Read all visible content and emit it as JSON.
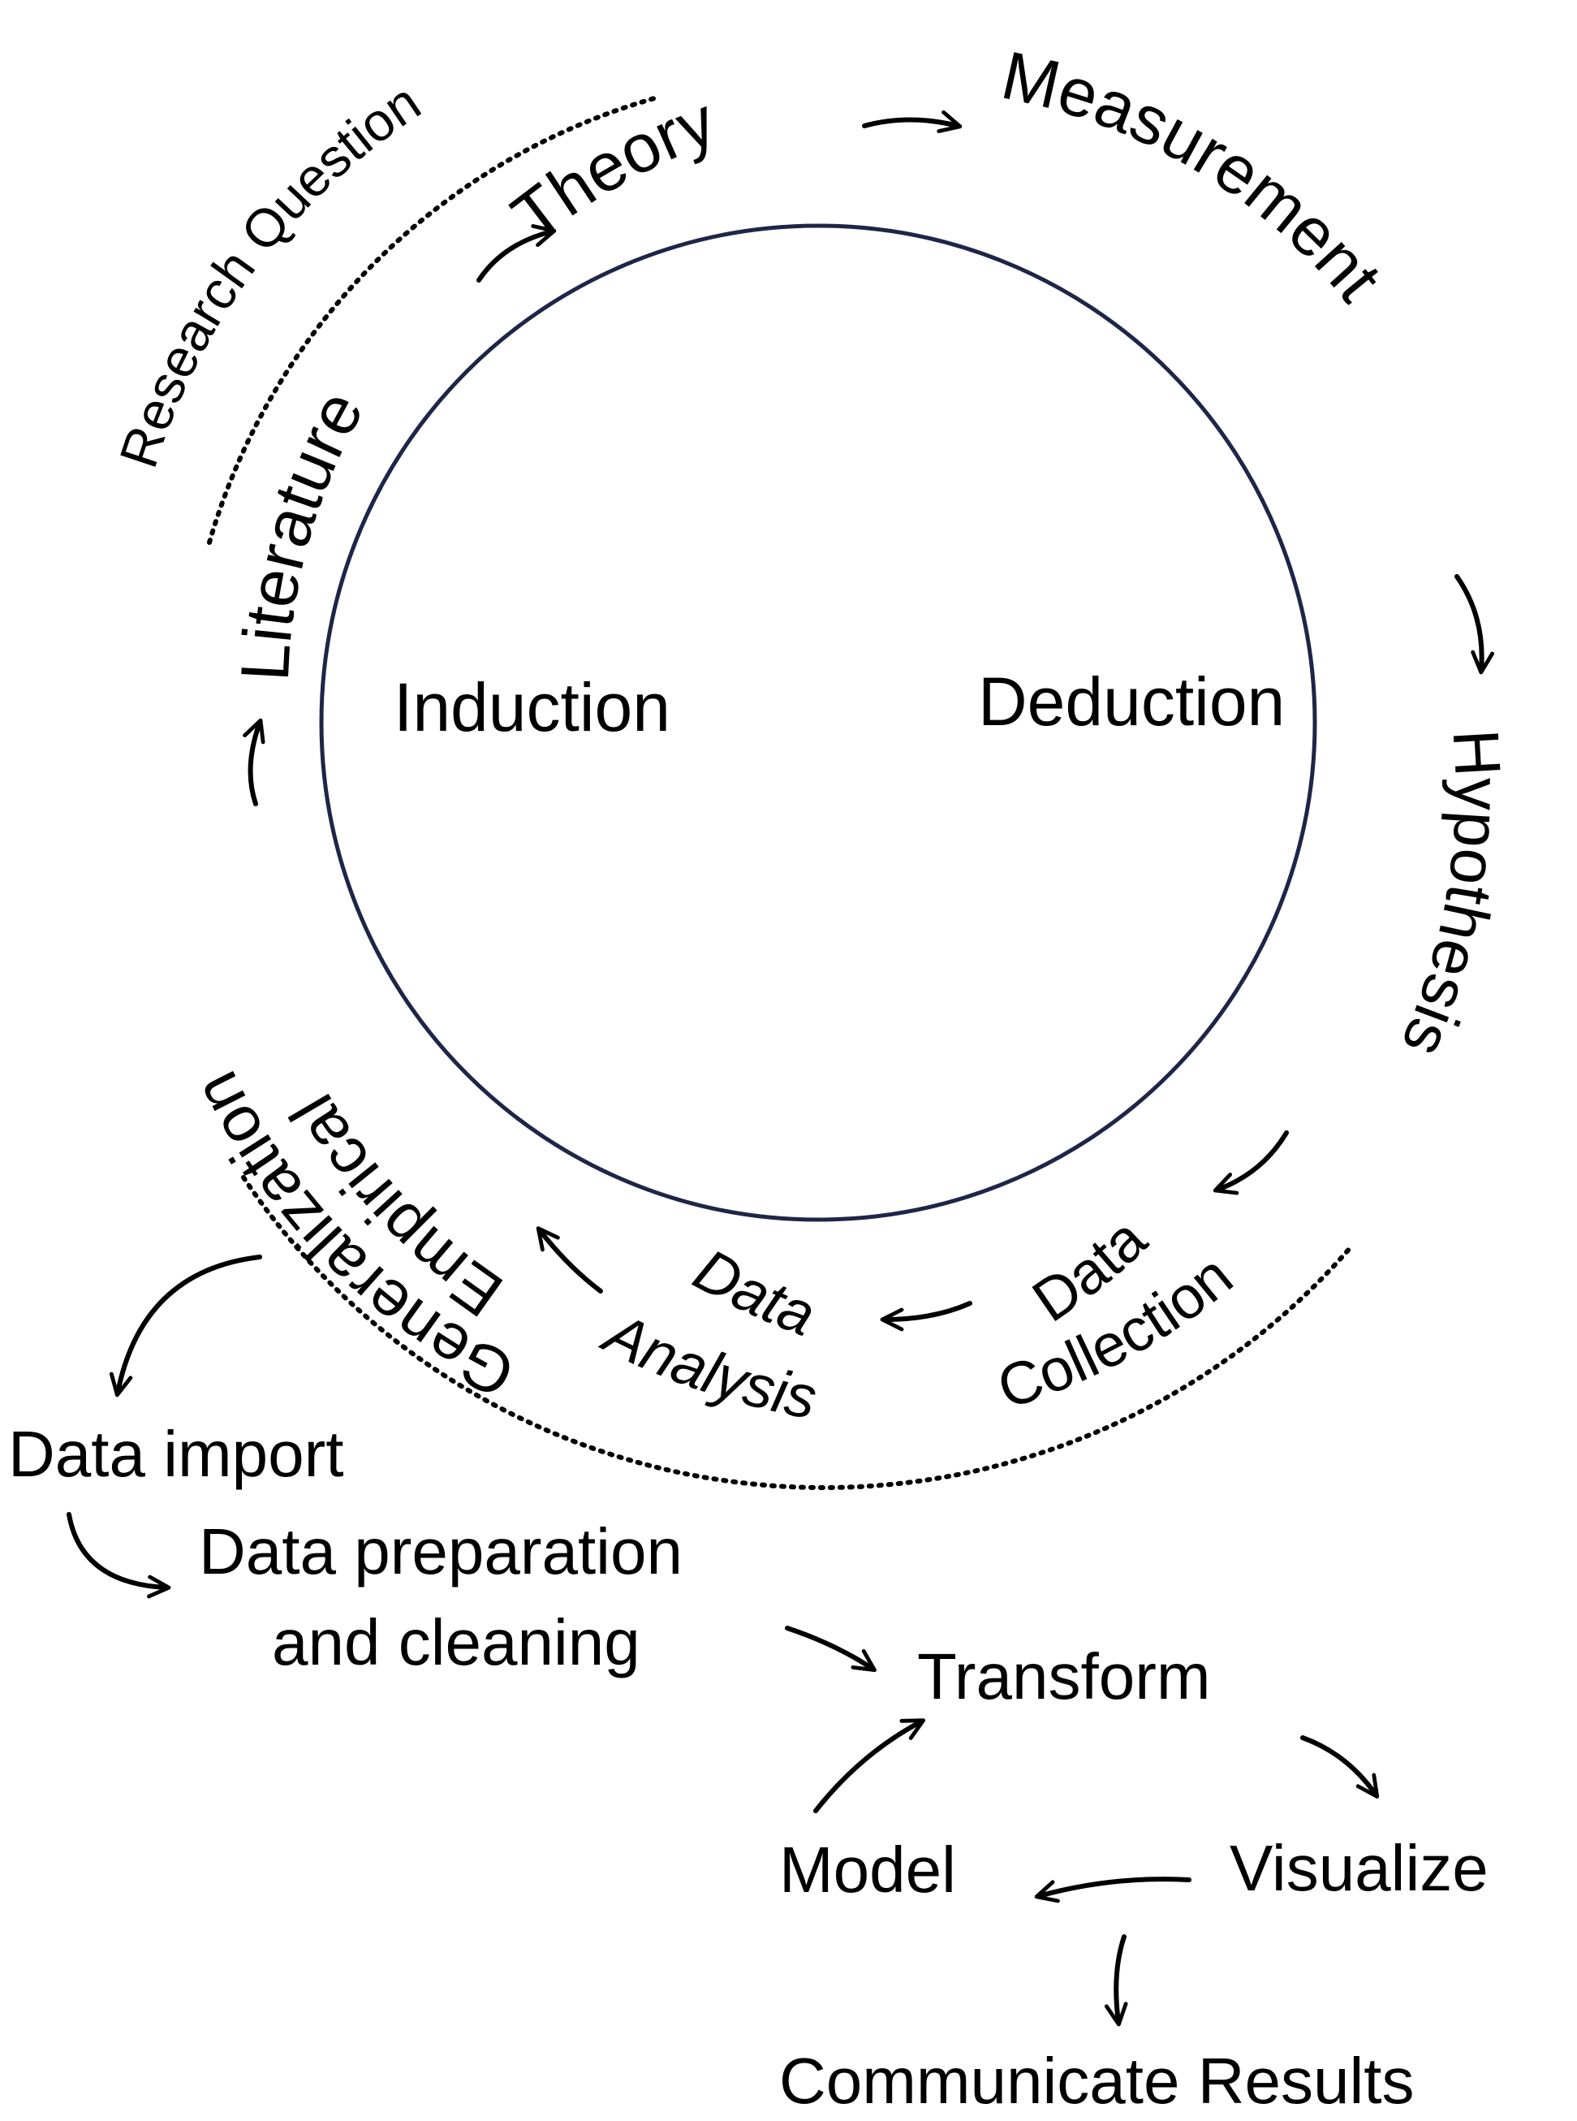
{
  "colors": {
    "ring": "#1f2547",
    "ink": "#000000",
    "background": "#ffffff"
  },
  "cycle": {
    "center_left": "Induction",
    "center_right": "Deduction",
    "theory": "Theory",
    "measurement": "Measurement",
    "hypothesis": "Hypothesis",
    "data_collection": [
      "Data",
      "Collection"
    ],
    "data_analysis": [
      "Data",
      "Analysis"
    ],
    "empirical_generalization": [
      "Empirical",
      "Generalization"
    ],
    "literature": "Literature",
    "research_question": "Research Question"
  },
  "workflow": {
    "data_import": "Data import",
    "data_preparation": [
      "Data preparation",
      "and cleaning"
    ],
    "transform": "Transform",
    "visualize": "Visualize",
    "model": "Model",
    "communicate": "Communicate Results"
  }
}
